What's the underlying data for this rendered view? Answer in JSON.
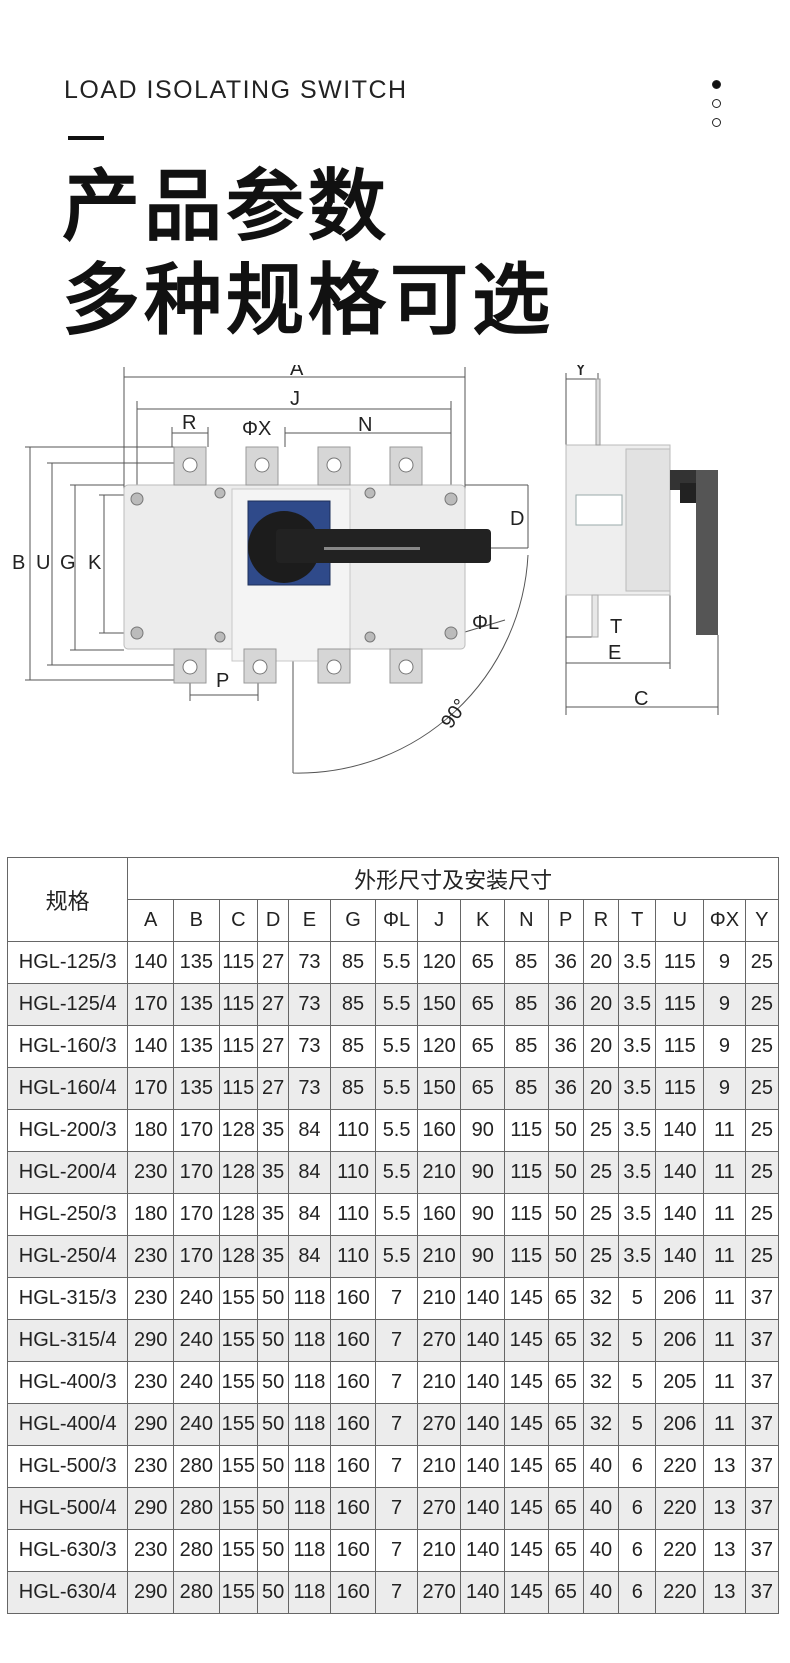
{
  "header": {
    "subtitle_en": "LOAD ISOLATING SWITCH",
    "title_line1": "产品参数",
    "title_line2": "多种规格可选"
  },
  "diagram": {
    "labels": {
      "A": "A",
      "J": "J",
      "R": "R",
      "X": "ΦX",
      "N": "N",
      "D": "D",
      "B": "B",
      "U": "U",
      "G": "G",
      "K": "K",
      "P": "P",
      "L": "ΦL",
      "angle": "90°",
      "Y": "Y",
      "T": "T",
      "E": "E",
      "C": "C"
    }
  },
  "table": {
    "spec_header": "规格",
    "group_header": "外形尺寸及安装尺寸",
    "columns": [
      "A",
      "B",
      "C",
      "D",
      "E",
      "G",
      "ΦL",
      "J",
      "K",
      "N",
      "P",
      "R",
      "T",
      "U",
      "ΦX",
      "Y"
    ],
    "rows": [
      [
        "HGL-125/3",
        "140",
        "135",
        "115",
        "27",
        "73",
        "85",
        "5.5",
        "120",
        "65",
        "85",
        "36",
        "20",
        "3.5",
        "115",
        "9",
        "25"
      ],
      [
        "HGL-125/4",
        "170",
        "135",
        "115",
        "27",
        "73",
        "85",
        "5.5",
        "150",
        "65",
        "85",
        "36",
        "20",
        "3.5",
        "115",
        "9",
        "25"
      ],
      [
        "HGL-160/3",
        "140",
        "135",
        "115",
        "27",
        "73",
        "85",
        "5.5",
        "120",
        "65",
        "85",
        "36",
        "20",
        "3.5",
        "115",
        "9",
        "25"
      ],
      [
        "HGL-160/4",
        "170",
        "135",
        "115",
        "27",
        "73",
        "85",
        "5.5",
        "150",
        "65",
        "85",
        "36",
        "20",
        "3.5",
        "115",
        "9",
        "25"
      ],
      [
        "HGL-200/3",
        "180",
        "170",
        "128",
        "35",
        "84",
        "110",
        "5.5",
        "160",
        "90",
        "115",
        "50",
        "25",
        "3.5",
        "140",
        "11",
        "25"
      ],
      [
        "HGL-200/4",
        "230",
        "170",
        "128",
        "35",
        "84",
        "110",
        "5.5",
        "210",
        "90",
        "115",
        "50",
        "25",
        "3.5",
        "140",
        "11",
        "25"
      ],
      [
        "HGL-250/3",
        "180",
        "170",
        "128",
        "35",
        "84",
        "110",
        "5.5",
        "160",
        "90",
        "115",
        "50",
        "25",
        "3.5",
        "140",
        "11",
        "25"
      ],
      [
        "HGL-250/4",
        "230",
        "170",
        "128",
        "35",
        "84",
        "110",
        "5.5",
        "210",
        "90",
        "115",
        "50",
        "25",
        "3.5",
        "140",
        "11",
        "25"
      ],
      [
        "HGL-315/3",
        "230",
        "240",
        "155",
        "50",
        "118",
        "160",
        "7",
        "210",
        "140",
        "145",
        "65",
        "32",
        "5",
        "206",
        "11",
        "37"
      ],
      [
        "HGL-315/4",
        "290",
        "240",
        "155",
        "50",
        "118",
        "160",
        "7",
        "270",
        "140",
        "145",
        "65",
        "32",
        "5",
        "206",
        "11",
        "37"
      ],
      [
        "HGL-400/3",
        "230",
        "240",
        "155",
        "50",
        "118",
        "160",
        "7",
        "210",
        "140",
        "145",
        "65",
        "32",
        "5",
        "205",
        "11",
        "37"
      ],
      [
        "HGL-400/4",
        "290",
        "240",
        "155",
        "50",
        "118",
        "160",
        "7",
        "270",
        "140",
        "145",
        "65",
        "32",
        "5",
        "206",
        "11",
        "37"
      ],
      [
        "HGL-500/3",
        "230",
        "280",
        "155",
        "50",
        "118",
        "160",
        "7",
        "210",
        "140",
        "145",
        "65",
        "40",
        "6",
        "220",
        "13",
        "37"
      ],
      [
        "HGL-500/4",
        "290",
        "280",
        "155",
        "50",
        "118",
        "160",
        "7",
        "270",
        "140",
        "145",
        "65",
        "40",
        "6",
        "220",
        "13",
        "37"
      ],
      [
        "HGL-630/3",
        "230",
        "280",
        "155",
        "50",
        "118",
        "160",
        "7",
        "210",
        "140",
        "145",
        "65",
        "40",
        "6",
        "220",
        "13",
        "37"
      ],
      [
        "HGL-630/4",
        "290",
        "280",
        "155",
        "50",
        "118",
        "160",
        "7",
        "270",
        "140",
        "145",
        "65",
        "40",
        "6",
        "220",
        "13",
        "37"
      ]
    ]
  }
}
